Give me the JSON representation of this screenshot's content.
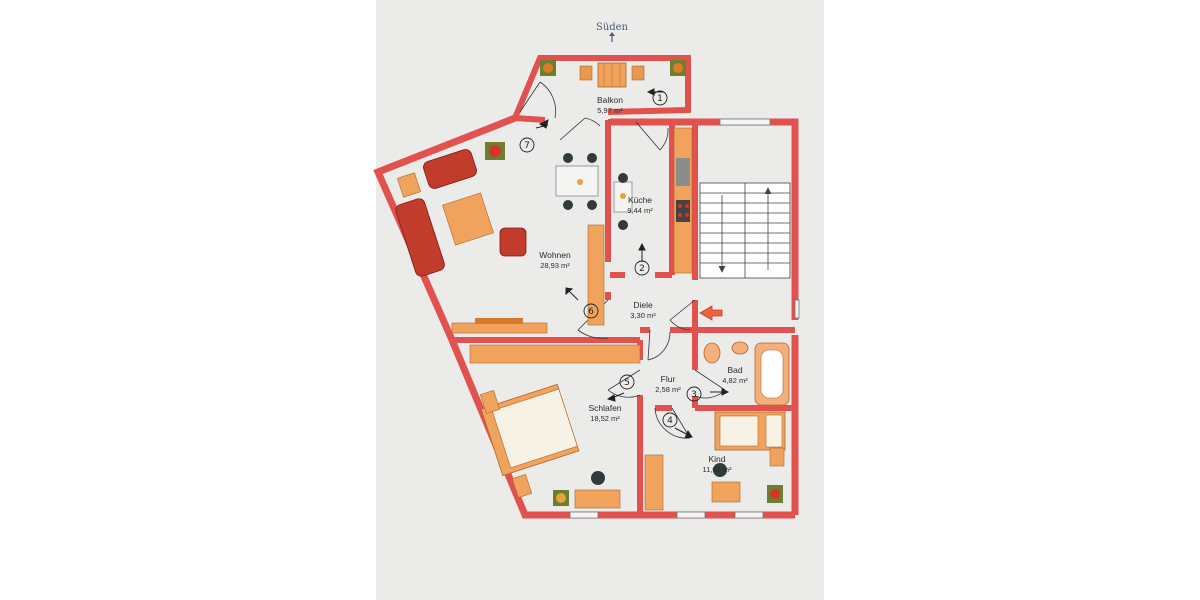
{
  "orientation": {
    "label": "Süden"
  },
  "rooms": [
    {
      "name": "Balkon",
      "area": "5,97 m²"
    },
    {
      "name": "Küche",
      "area": "9,44 m²"
    },
    {
      "name": "Wohnen",
      "area": "28,93 m²"
    },
    {
      "name": "Diele",
      "area": "3,30 m²"
    },
    {
      "name": "Flur",
      "area": "2,58 m²"
    },
    {
      "name": "Bad",
      "area": "4,82 m²"
    },
    {
      "name": "Schlafen",
      "area": "18,52 m²"
    },
    {
      "name": "Kind",
      "area": "11,01 m²"
    }
  ],
  "markers": [
    "1",
    "2",
    "3",
    "4",
    "5",
    "6",
    "7"
  ],
  "colors": {
    "wall": "#e1514e",
    "wall_dark": "#c53a3a",
    "furniture": "#f0a35c",
    "furniture_dark": "#d9772f",
    "sofa": "#c23c2c",
    "floor": "#ebebea",
    "window": "#f4f4f4"
  }
}
